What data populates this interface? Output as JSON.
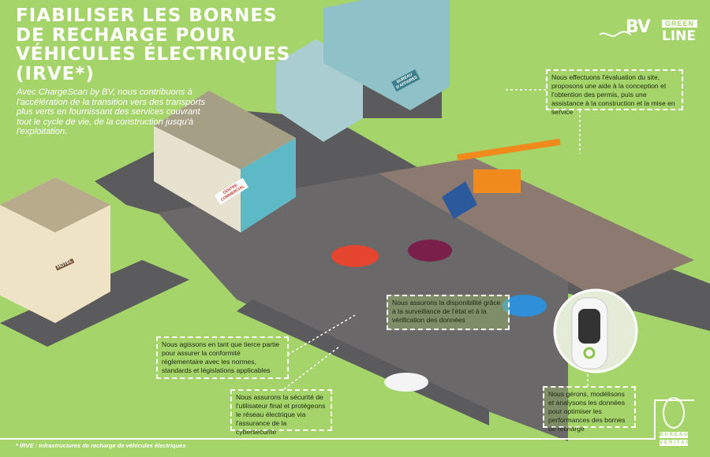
{
  "header": {
    "title_lines": [
      "FIABILISER LES BORNES",
      "DE RECHARGE POUR",
      "VÉHICULES ÉLECTRIQUES",
      "(IRVE*)"
    ],
    "subtitle": "Avec ChargeScan by BV, nous contribuons à l'accélération de la transition vers des transports plus verts en fournissant des services couvrant tout le cycle de vie, de la construction jusqu'à l'exploitation."
  },
  "callouts": {
    "site": "Nous effectuons l'évaluation du site, proposons une aide à la conception et l'obtention des permis, puis une assistance à la construction et la mise en service",
    "availability": "Nous assurons la disponibilité grâce à la surveillance de l'état et à la vérification des données",
    "compliance": "Nous agissons en tant que tierce partie pour assurer la conformité réglementaire avec les normes, standards et législations applicables",
    "security": "Nous assurons la sécurité de l'utilisateur final et protégeons le réseau électrique via l'assurance de la cybersécurité",
    "data": "Nous gérons, modélisons et analysons les données pour optimiser les performances des bornes de recharge"
  },
  "footnote": "* IRVE : Infrastructures de recharge de véhicules électriques",
  "logos": {
    "brand": "BV",
    "green": "GREEN",
    "line": "LINE",
    "bureau": "BUREAU",
    "veritas": "VERITAS"
  },
  "buildings": {
    "hotel": "HOTEL",
    "mall": "CENTRE COMMERCIAL",
    "office": "BUREAU D'AFFAIRES"
  },
  "colors": {
    "grass": "#a5d46b",
    "road": "#5b5a5c",
    "parking": "#8c7a70",
    "accent": "#ffffff"
  }
}
